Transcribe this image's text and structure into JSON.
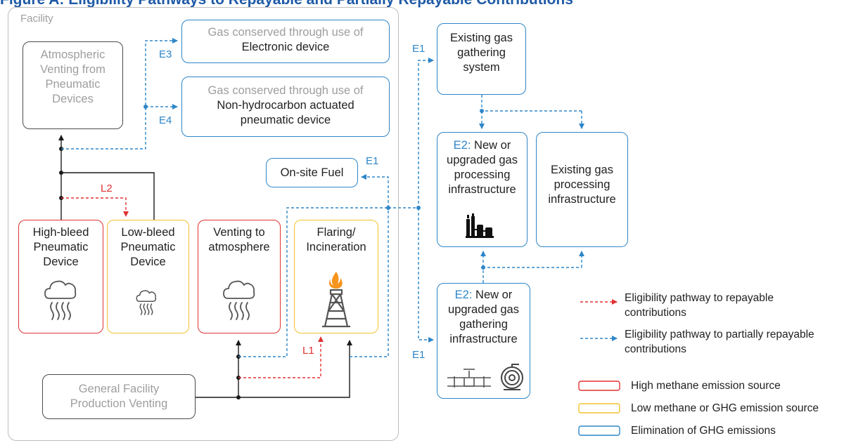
{
  "title": "Figure A: Eligibility Pathways to Repayable and Partially Repayable Contributions",
  "facility_label": "Facility",
  "nodes": {
    "atmospheric_venting": "Atmospheric\nVenting from\nPneumatic\nDevices",
    "gas_conserved_electronic_line1": "Gas conserved through use of",
    "gas_conserved_electronic_line2": "Electronic device",
    "gas_conserved_nonhc_line1": "Gas conserved through use of",
    "gas_conserved_nonhc_line2": "Non-hydrocarbon actuated\npneumatic device",
    "onsite_fuel": "On-site Fuel",
    "high_bleed": "High-bleed\nPneumatic\nDevice",
    "low_bleed": "Low-bleed\nPneumatic\nDevice",
    "venting_atmosphere": "Venting to\natmosphere",
    "flaring": "Flaring/\nIncineration",
    "general_facility": "General Facility\nProduction Venting",
    "existing_gathering": "Existing gas\ngathering\nsystem",
    "new_processing_prefix": "E2:",
    "new_processing": " New or\nupgraded gas\nprocessing\ninfrastructure",
    "existing_processing": "Existing gas\nprocessing\ninfrastructure",
    "new_gathering_prefix": "E2:",
    "new_gathering": " New or\nupgraded gas\ngathering\ninfrastructure"
  },
  "labels": {
    "e1_top": "E1",
    "e1_fuel": "E1",
    "e1_bottom": "E1",
    "e3": "E3",
    "e4": "E4",
    "l1": "L1",
    "l2": "L2"
  },
  "legend": {
    "repayable": "Eligibility pathway to repayable\ncontributions",
    "partially_repayable": "Eligibility pathway to partially repayable\ncontributions",
    "high_methane": "High methane emission source",
    "low_methane": "Low methane or GHG emission source",
    "elimination": "Elimination of GHG emissions"
  },
  "colors": {
    "title": "#1F5AA6",
    "blue": "#2E86C8",
    "red": "#E03232",
    "yellow": "#F2C230",
    "black": "#1A1A1A",
    "gray_text": "#9E9E9E"
  },
  "icons": [
    "cloud-vent-icon",
    "cloud-vent-small-icon",
    "flare-icon",
    "refinery-icon",
    "pipe-valve-icon",
    "pump-icon"
  ]
}
